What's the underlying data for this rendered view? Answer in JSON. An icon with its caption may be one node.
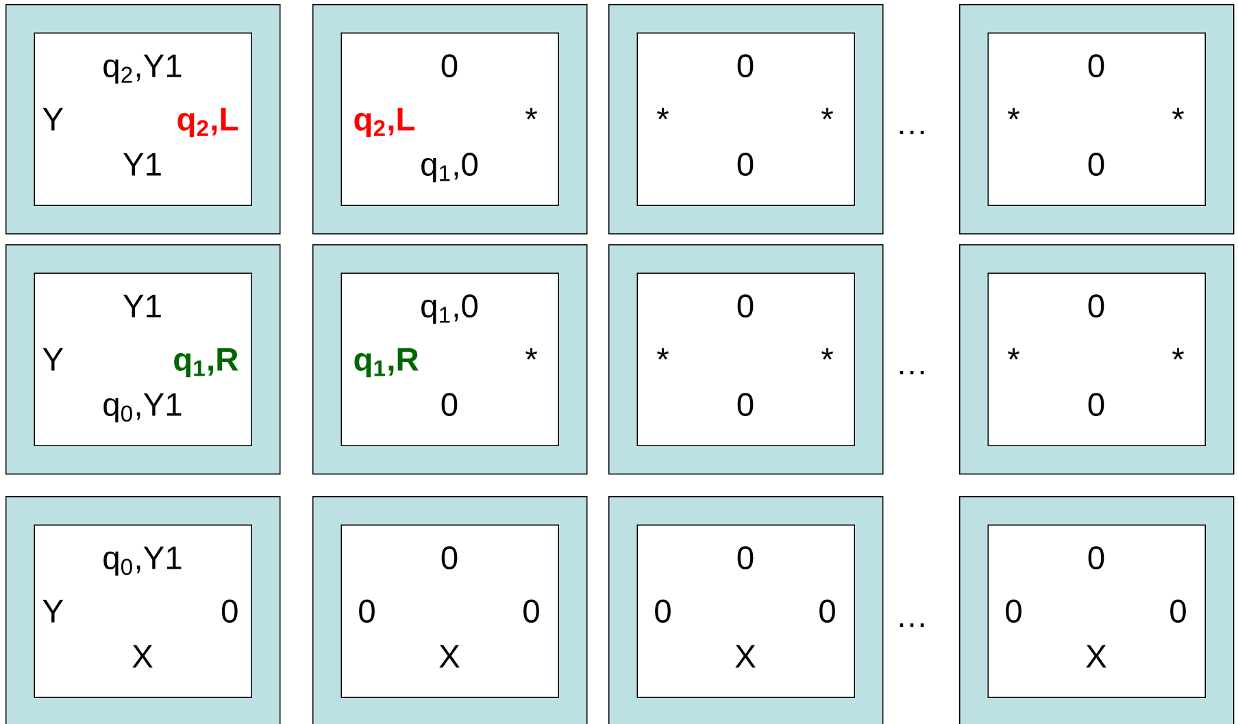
{
  "diagram": {
    "nodes": [
      {
        "text": [],
        "shape": "box"
      },
      {
        "text": [
          "q$_{2}$,Y1",
          "Y",
          "q$_{2}$,L",
          "Y1"
        ],
        "in": 0
      },
      {
        "text": [],
        "shape": "box"
      },
      {
        "text": [
          "0",
          "q$_{2}$,L",
          "*",
          "q$_{1}$,0"
        ],
        "in": 2
      },
      {
        "text": [],
        "shape": "box"
      },
      {
        "text": [
          "0",
          "*",
          "*",
          "0"
        ],
        "in": 4
      },
      {
        "text": [],
        "shape": "box"
      },
      {
        "text": [
          "0",
          "*",
          "*",
          "0"
        ],
        "in": 6
      },
      {
        "text": [],
        "shape": "box"
      },
      {
        "text": [
          "Y1",
          "Y",
          "q$_{1}$,R",
          "q$_{0}$,Y1"
        ],
        "in": 8
      },
      {
        "text": [],
        "shape": "box"
      },
      {
        "text": [
          "q$_{1}$,0",
          "q$_{1}$,R",
          "*",
          "0"
        ],
        "in": 10
      },
      {
        "text": [],
        "shape": "box"
      },
      {
        "text": [
          "0",
          "*",
          "*",
          "0"
        ],
        "in": 12
      },
      {
        "text": [],
        "shape": "box"
      },
      {
        "text": [
          "0",
          "*",
          "*",
          "0"
        ],
        "in": 14
      },
      {
        "text": [],
        "shape": "box"
      },
      {
        "text": [
          "q$_{0}$,Y1",
          "Y",
          "0",
          "X"
        ],
        "in": 16
      },
      {
        "text": [],
        "shape": "box"
      },
      {
        "text": [
          "0",
          "0",
          "0",
          "X"
        ],
        "in": 18
      },
      {
        "text": [],
        "shape": "box"
      },
      {
        "text": [
          "0",
          "0",
          "0",
          "X"
        ],
        "in": 20
      },
      {
        "text": [],
        "shape": "box"
      },
      {
        "text": [
          "0",
          "0",
          "0",
          "X"
        ],
        "in": 22
      }
    ],
    "labels": [
      "…",
      "…",
      "…"
    ]
  }
}
